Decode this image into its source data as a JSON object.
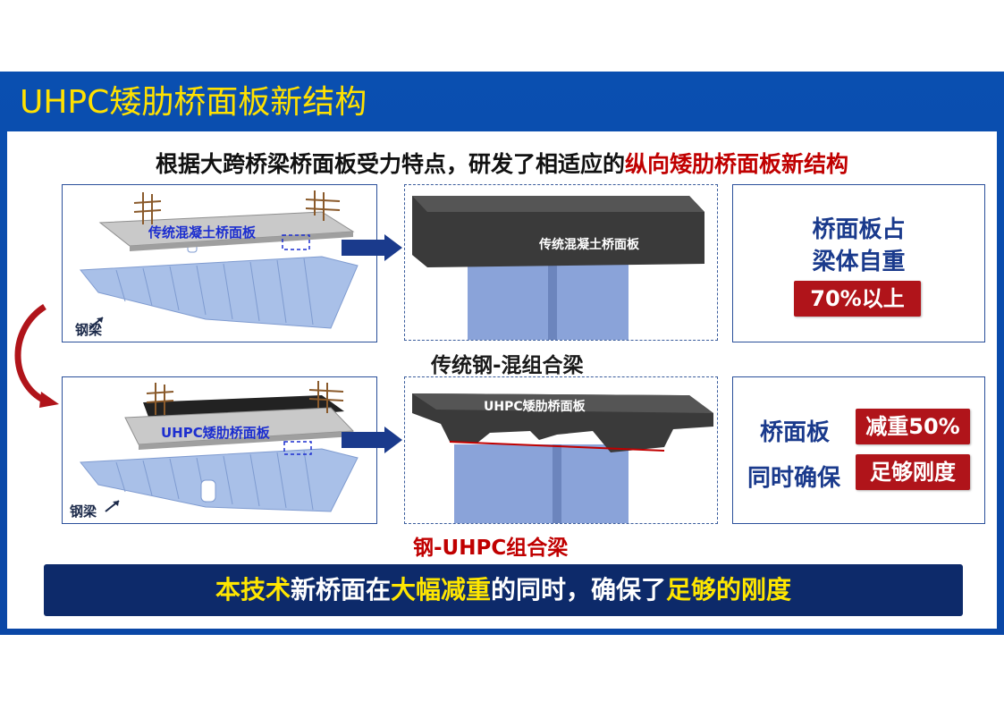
{
  "title": "UHPC矮肋桥面板新结构",
  "headline": {
    "text_before": "根据大跨桥梁桥面板受力特点，研发了相适应的",
    "text_highlight": "纵向矮肋桥面板新结构"
  },
  "top_row": {
    "model_label": "传统混凝土桥面板",
    "steel_label": "钢梁",
    "section_label": "传统混凝土桥面板",
    "caption": "传统钢-混组合梁",
    "info_line1": "桥面板占",
    "info_line2": "梁体自重",
    "info_badge": "70%以上"
  },
  "bottom_row": {
    "model_label": "UHPC矮肋桥面板",
    "steel_label": "钢梁",
    "section_label": "UHPC矮肋桥面板",
    "caption": "钢-UHPC组合梁",
    "info_row1_text": "桥面板",
    "info_row1_badge": "减重50%",
    "info_row2_text": "同时确保",
    "info_row2_badge": "足够刚度"
  },
  "banner": {
    "part1": "本技术",
    "part2": "新桥面在",
    "part3": "大幅减重",
    "part4": "的同时，确保了",
    "part5": "足够的刚度"
  },
  "colors": {
    "title": "#ffe100",
    "header_bg": "#0a4fb0",
    "highlight_red": "#c00000",
    "caption_dark": "#1a1a1a",
    "banner_bg": "#0d2a6a",
    "banner_yellow": "#ffe600"
  }
}
